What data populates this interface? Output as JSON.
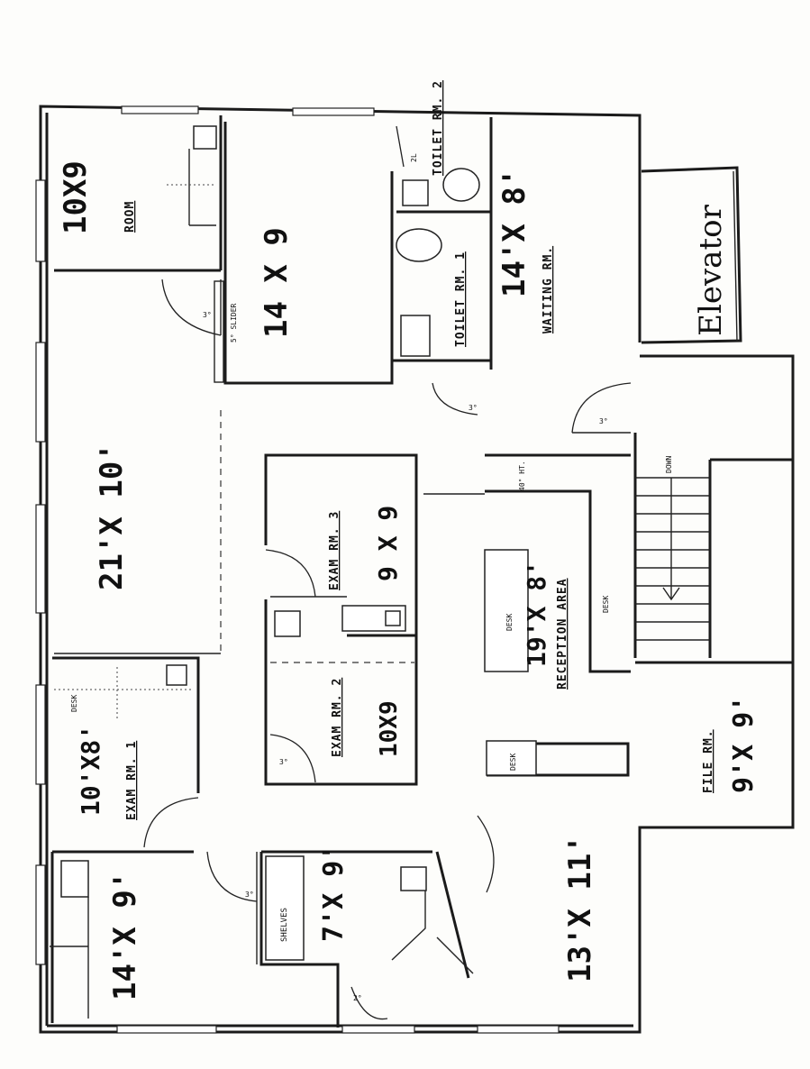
{
  "plan": {
    "elevator": "Elevator",
    "room_10x9": {
      "dim": "10X9",
      "name": "ROOM"
    },
    "room_14x9_top": {
      "dim": "14 X 9",
      "note": "5° SLIDER"
    },
    "toilet_1": {
      "name": "TOILET RM. 1"
    },
    "toilet_2": {
      "name": "TOILET RM. 2",
      "note": "2L"
    },
    "waiting": {
      "dim": "14'X 8'",
      "name": "WAITING RM."
    },
    "hall": {
      "dim": "21'X 10'"
    },
    "exam_3": {
      "name": "EXAM RM. 3",
      "dim": "9 X 9"
    },
    "exam_2": {
      "name": "EXAM RM. 2",
      "dim": "10X9"
    },
    "exam_1": {
      "name": "EXAM RM. 1",
      "dim": "10'X8'",
      "desk": "DESK"
    },
    "reception": {
      "name": "RECEPTION AREA",
      "dim": "19'X 8'",
      "desk": "DESK",
      "desk2": "DESK",
      "note": "40\" HT."
    },
    "stairs": {
      "label": "DOWN"
    },
    "file_rm": {
      "name": "FILE RM.",
      "dim": "9'X 9'"
    },
    "room_14x9_bottom": {
      "dim": "14'X 9'"
    },
    "room_7x9": {
      "dim": "7'X 9'",
      "shelves": "SHELVES"
    },
    "room_13x11": {
      "dim": "13'X 11'",
      "desk": "DESK"
    },
    "door_marks": [
      "3°",
      "3°",
      "3°",
      "3°",
      "3°",
      "2°"
    ]
  }
}
